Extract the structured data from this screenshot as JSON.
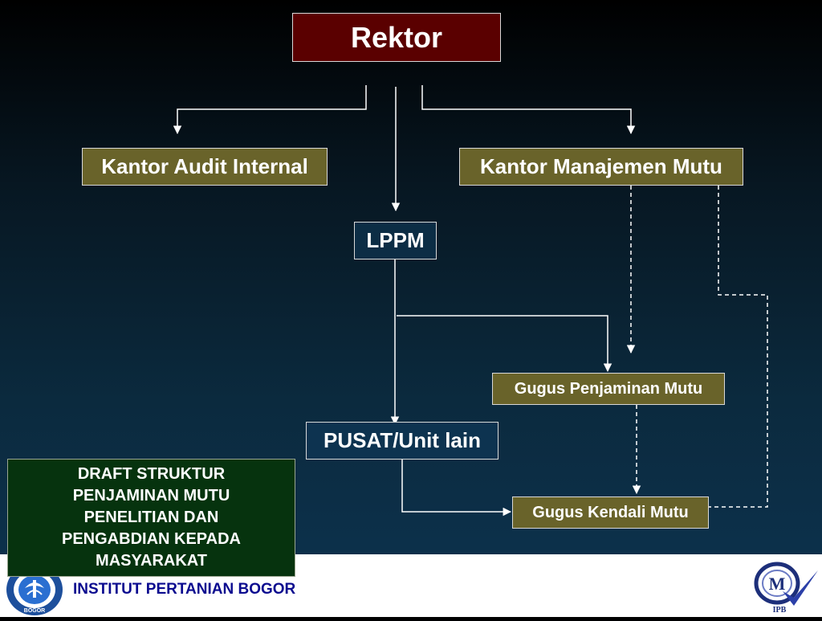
{
  "diagram": {
    "nodes": {
      "rektor": "Rektor",
      "audit": "Kantor Audit Internal",
      "kmm": "Kantor Manajemen Mutu",
      "lppm": "LPPM",
      "gpm": "Gugus Penjaminan Mutu",
      "pusat": "PUSAT/Unit lain",
      "gkm": "Gugus Kendali Mutu"
    },
    "draft_title": "DRAFT STRUKTUR PENJAMINAN MUTU PENELITIAN DAN PENGABDIAN KEPADA MASYARAKAT"
  },
  "footer": {
    "institution": "INSTITUT PERTANIAN BOGOR",
    "logo_left_label": "BOGOR",
    "logo_right_label": "IPB",
    "logo_right_letter": "M"
  },
  "colors": {
    "rektor_box": "#5a0000",
    "olive_box": "#69632a",
    "draft_box": "#06330e",
    "footer_text": "#0b0b8f"
  }
}
